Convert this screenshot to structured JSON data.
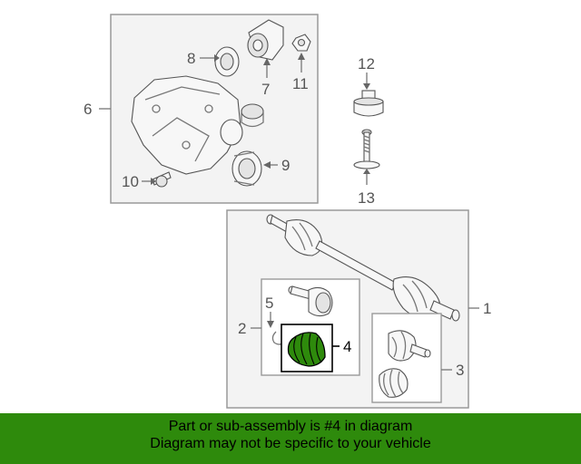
{
  "callouts": {
    "c1": "1",
    "c2": "2",
    "c3": "3",
    "c4": "4",
    "c5": "5",
    "c6": "6",
    "c7": "7",
    "c8": "8",
    "c9": "9",
    "c10": "10",
    "c11": "11",
    "c12": "12",
    "c13": "13"
  },
  "highlight_color": "#2e8a0c",
  "footer": {
    "line1": "Part or sub-assembly is #4 in diagram",
    "line2": "Diagram may not be specific to your vehicle"
  }
}
